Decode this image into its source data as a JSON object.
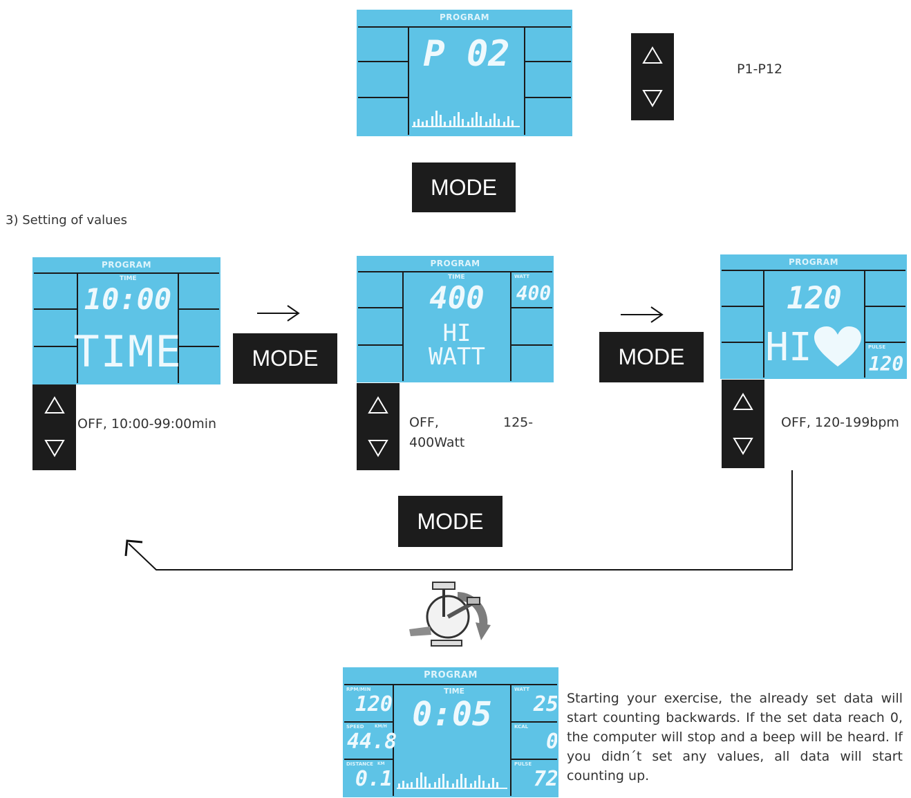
{
  "colors": {
    "lcd": "#5ec3e6",
    "button": "#1c1c1c",
    "line": "#1a1a1a"
  },
  "lcd_header": "PROGRAM",
  "program_display": {
    "value": "P 02"
  },
  "program_range": "P1-P12",
  "mode_label": "MODE",
  "section_title": "3) Setting of values",
  "time_display": {
    "top_label": "TIME",
    "value": "10:00",
    "word": "TIME",
    "range": "OFF, 10:00-99:00min"
  },
  "watt_display": {
    "top_label": "TIME",
    "side_label": "WATT",
    "value": "400",
    "side_value": "400",
    "line1": "HI",
    "line2": "WATT",
    "range_a": "OFF,",
    "range_b": "125-",
    "range_c": "400Watt"
  },
  "pulse_display": {
    "value": "120",
    "line1": "HI",
    "side_label": "PULSE",
    "side_value": "120",
    "range": "OFF, 120-199bpm"
  },
  "final_display": {
    "time_label": "TIME",
    "time_value": "0:05",
    "rpm_label": "RPM/MIN",
    "rpm_value": "120",
    "speed_label": "SPEED",
    "speed_unit": "KM/H",
    "speed_value": "44.8",
    "distance_label": "DISTANCE",
    "distance_unit": "KM",
    "distance_value": "0.1",
    "watt_label": "WATT",
    "watt_value": "25",
    "kcal_label": "KCAL",
    "kcal_value": "0",
    "pulse_label": "PULSE",
    "pulse_value": "72"
  },
  "description": "Starting your exercise, the already set data will start counting backwards. If the set data reach 0, the computer will stop and a beep will be heard. If you didn´t set any values, all data will start counting up."
}
